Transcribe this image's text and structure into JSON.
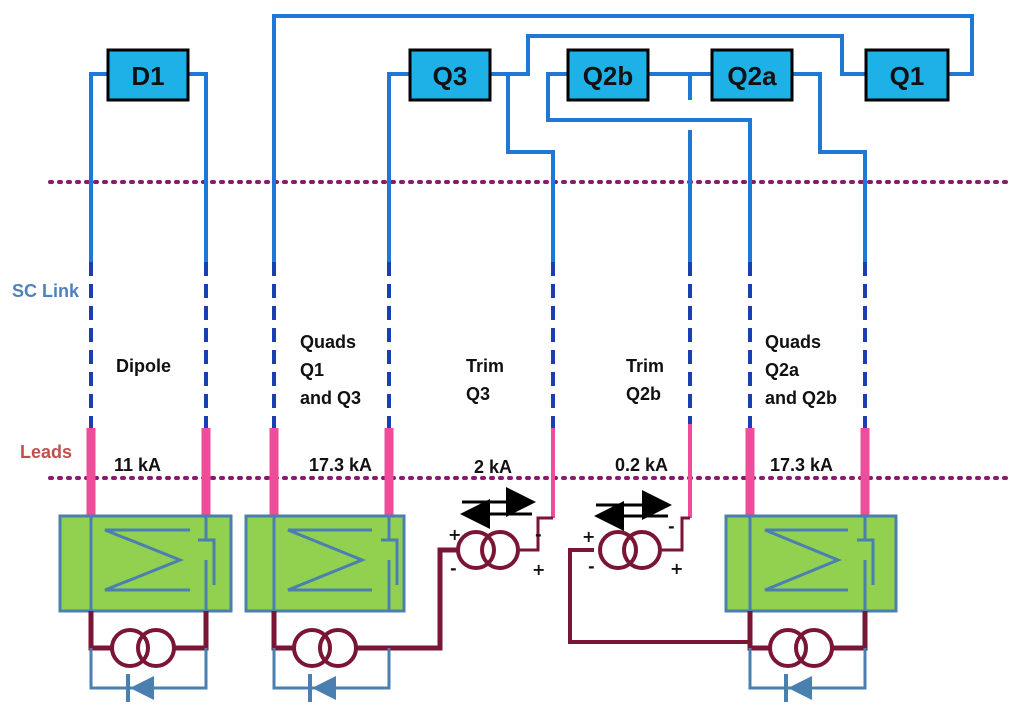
{
  "magnets": {
    "d1": "D1",
    "q3": "Q3",
    "q2b": "Q2b",
    "q2a": "Q2a",
    "q1": "Q1"
  },
  "side_labels": {
    "sc_link": "SC Link",
    "leads": "Leads"
  },
  "circuits": {
    "dipole": {
      "lines": [
        "Dipole"
      ],
      "current": "11 kA"
    },
    "quads_q1_q3": {
      "lines": [
        "Quads",
        "Q1",
        "and Q3"
      ],
      "current": "17.3 kA"
    },
    "trim_q3": {
      "lines": [
        "Trim",
        "Q3"
      ],
      "current": "2 kA"
    },
    "trim_q2b": {
      "lines": [
        "Trim",
        "Q2b"
      ],
      "current": "0.2 kA"
    },
    "quads_q2a_q2b": {
      "lines": [
        "Quads",
        "Q2a",
        "and Q2b"
      ],
      "current": "17.3 kA"
    }
  },
  "polarity": {
    "plus": "+",
    "minus": "-"
  },
  "colors": {
    "magnet_fill": "#1eb1e8",
    "sc_line": "#1f78d6",
    "sc_dash": "#1a3fb0",
    "lead": "#ef4d9a",
    "dotted": "#8b1a6e",
    "supply_wire": "#7a1535",
    "supply_box": "#92d050",
    "supply_border": "#4a7fb0"
  }
}
